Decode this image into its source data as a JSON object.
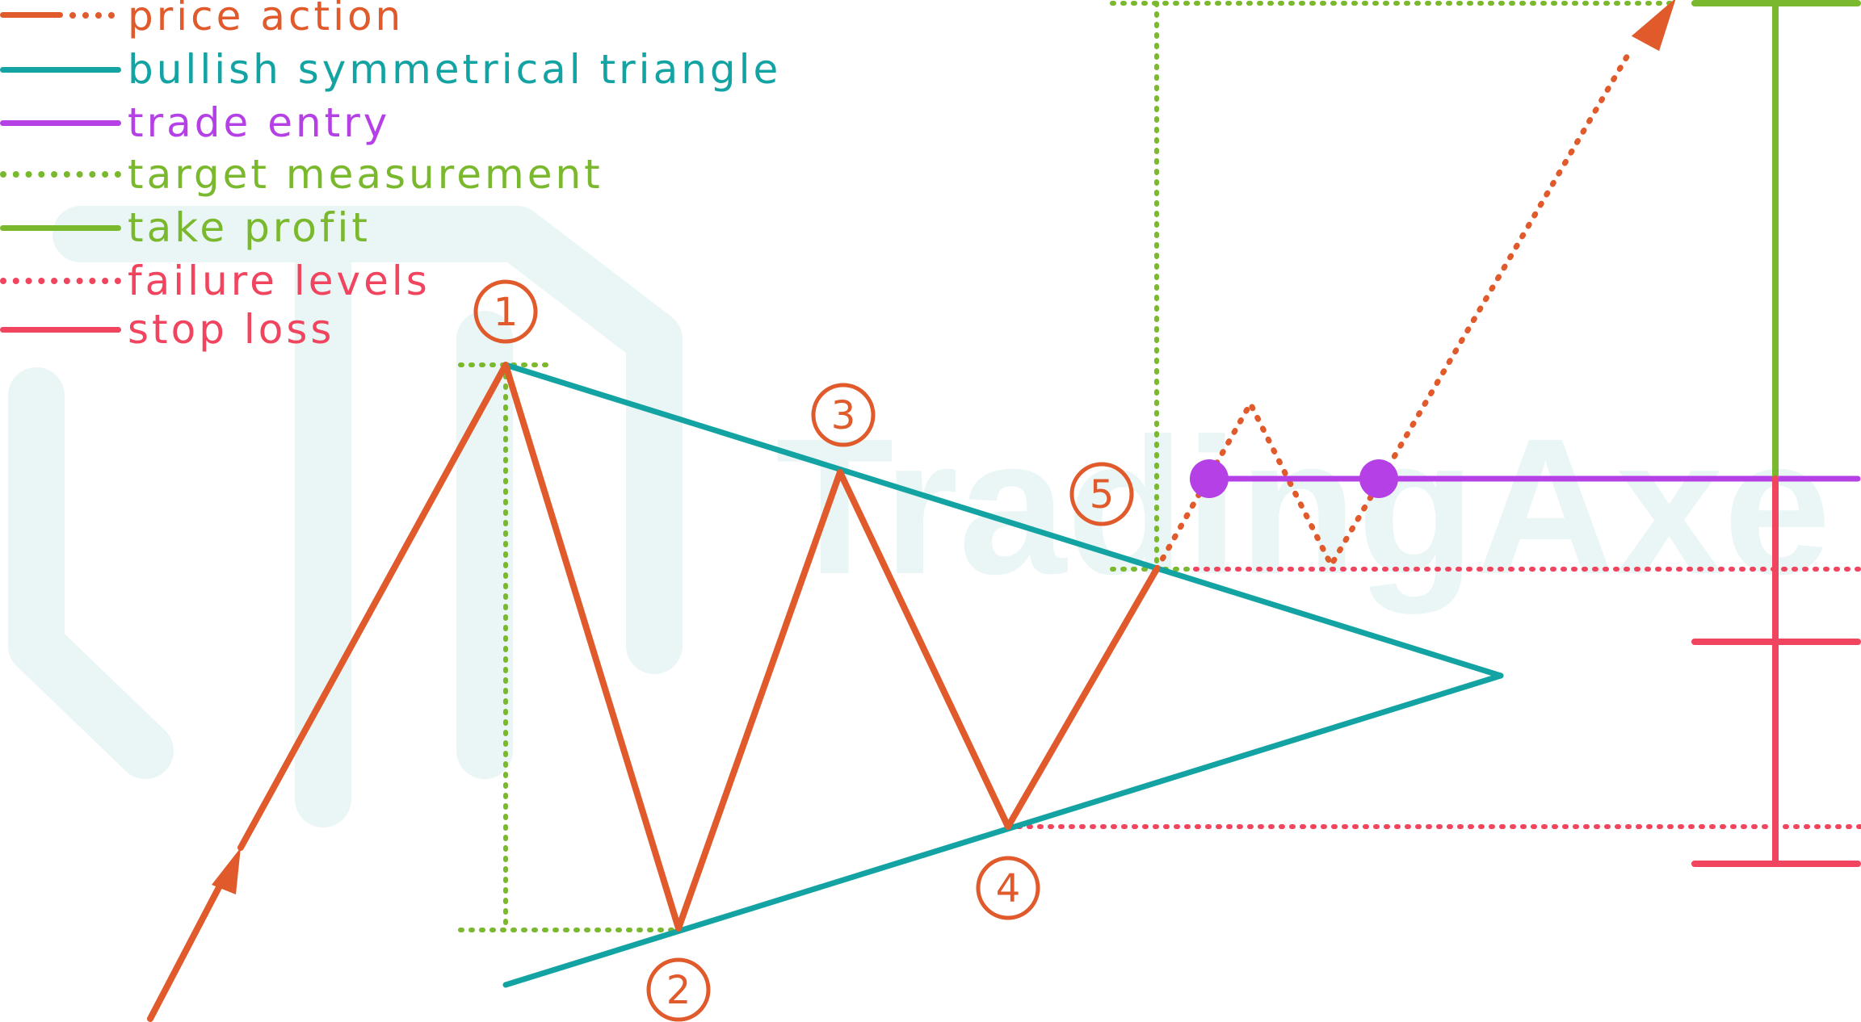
{
  "legend": [
    {
      "label": "price action",
      "color": "#e05a2b",
      "style": "solid-dotted"
    },
    {
      "label": "bullish symmetrical triangle",
      "color": "#14a3a3",
      "style": "solid"
    },
    {
      "label": "trade entry",
      "color": "#b540e6",
      "style": "solid"
    },
    {
      "label": "target measurement",
      "color": "#7ab82e",
      "style": "dotted"
    },
    {
      "label": "take profit",
      "color": "#7ab82e",
      "style": "solid"
    },
    {
      "label": "failure levels",
      "color": "#f0445f",
      "style": "dotted"
    },
    {
      "label": "stop loss",
      "color": "#f0445f",
      "style": "solid"
    }
  ],
  "points": [
    "1",
    "2",
    "3",
    "4",
    "5"
  ],
  "watermark": "TradingAxe",
  "colors": {
    "price": "#e05a2b",
    "triangle": "#14a3a3",
    "entry": "#b540e6",
    "target": "#7ab82e",
    "failure": "#f0445f",
    "watermark": "#e8f6f5"
  }
}
